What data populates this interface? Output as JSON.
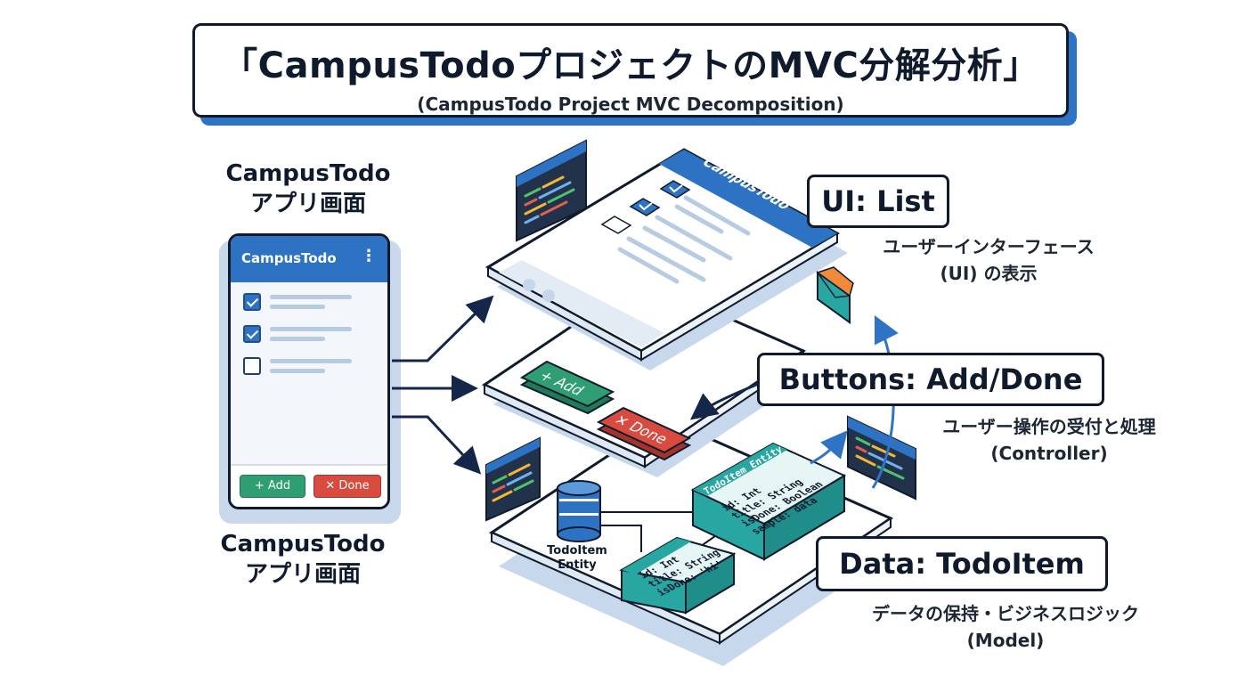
{
  "title": {
    "main": "「CampusTodoプロジェクトのMVC分解分析」",
    "sub": "(CampusTodo Project MVC Decomposition)"
  },
  "left_caption_top": [
    "CampusTodo",
    "アプリ画面"
  ],
  "left_caption_bottom": [
    "CampusTodo",
    "アプリ画面"
  ],
  "phone": {
    "app_name": "CampusTodo",
    "menu_icon": "more-vert-icon",
    "items": [
      {
        "checked": true
      },
      {
        "checked": true
      },
      {
        "checked": false
      }
    ],
    "add_label": "+ Add",
    "done_label": "✕ Done"
  },
  "layers": {
    "view": {
      "window_title": "CampusTodo",
      "label": "UI: List",
      "desc_line1": "ユーザーインターフェース",
      "desc_line2": "(UI) の表示"
    },
    "controller": {
      "add_label": "+ Add",
      "done_label": "✕ Done",
      "label": "Buttons: Add/Done",
      "desc_line1": "ユーザー操作の受付と処理",
      "desc_line2": "(Controller)"
    },
    "model": {
      "db_label_line1": "TodoItem",
      "db_label_line2": "Entity",
      "card_big": {
        "title": "TodoItem Entity",
        "lines": [
          "id: Int",
          "title: String",
          "isDone: Boolean",
          "sample: data"
        ]
      },
      "card_small": {
        "lines": [
          "id: Int",
          "title: String",
          "isDone: 'hi'"
        ]
      },
      "label": "Data: TodoItem",
      "desc_line1": "データの保持・ビジネスロジック",
      "desc_line2": "(Model)"
    }
  },
  "colors": {
    "primary_blue": "#2e73c3",
    "green": "#2f9e72",
    "red": "#d94a3f",
    "teal": "#27a6a2",
    "dark": "#0f1b2d"
  }
}
